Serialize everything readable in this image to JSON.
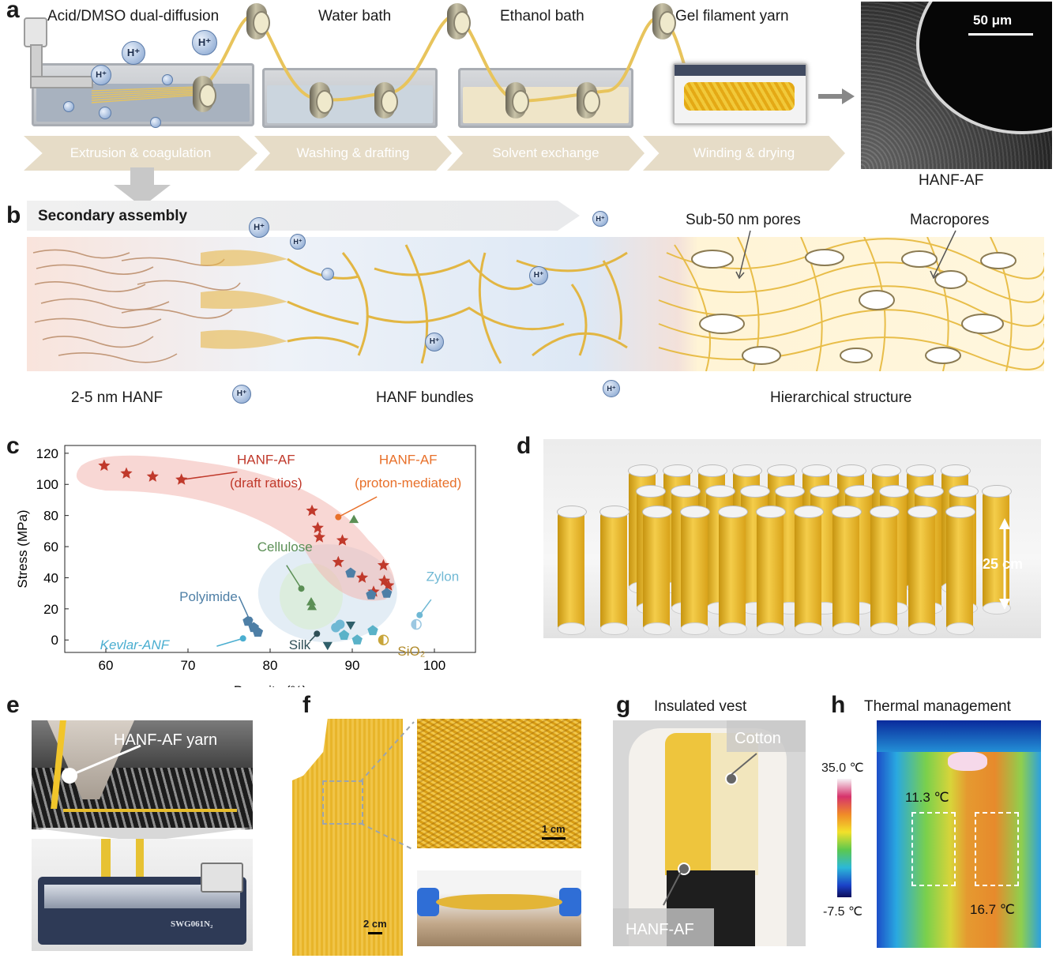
{
  "panels": {
    "a": "a",
    "b": "b",
    "c": "c",
    "d": "d",
    "e": "e",
    "f": "f",
    "g": "g",
    "h": "h"
  },
  "panel_a": {
    "step_titles": [
      "Acid/DMSO dual-diffusion",
      "Water bath",
      "Ethanol bath",
      "Gel filament yarn"
    ],
    "process_steps": [
      "Extrusion & coagulation",
      "Washing & drafting",
      "Solvent exchange",
      "Winding & drying"
    ],
    "sem_scale": "50 μm",
    "sem_caption": "HANF-AF",
    "ion_label": "H⁺"
  },
  "panel_b": {
    "title": "Secondary assembly",
    "pores_label": "Sub-50 nm pores",
    "macropores_label": "Macropores",
    "stage_labels": [
      "2-5 nm HANF",
      "HANF bundles",
      "Hierarchical structure"
    ]
  },
  "panel_d": {
    "scale": "25 cm"
  },
  "panel_e": {
    "label": "HANF-AF yarn",
    "machine_text": "SWG061N₂"
  },
  "panel_f": {
    "scale_inset": "1 cm",
    "scale_main": "2 cm"
  },
  "panel_g": {
    "title": "Insulated vest",
    "cotton": "Cotton",
    "hanf": "HANF-AF"
  },
  "panel_h": {
    "title": "Thermal management",
    "max": "35.0 ℃",
    "min": "-7.5 ℃",
    "left_temp": "11.3 ℃",
    "right_temp": "16.7 ℃"
  },
  "chart_data": {
    "type": "scatter",
    "xlabel": "Porosity (%)",
    "ylabel": "Stress (MPa)",
    "xlim": [
      55,
      105
    ],
    "ylim": [
      -8,
      125
    ],
    "xticks": [
      60,
      70,
      80,
      90,
      100
    ],
    "yticks": [
      0,
      20,
      40,
      60,
      80,
      100,
      120
    ],
    "grid": false,
    "series": [
      {
        "name": "HANF-AF (draft ratios)",
        "marker": "star",
        "color": "#c0392b",
        "points": [
          [
            59.8,
            112
          ],
          [
            62.5,
            107
          ],
          [
            65.7,
            105
          ],
          [
            69.2,
            103
          ]
        ]
      },
      {
        "name": "HANF-AF (proton-mediated)",
        "marker": "star",
        "color": "#c0392b",
        "points": [
          [
            85.1,
            83
          ],
          [
            85.8,
            72
          ],
          [
            86.0,
            66
          ],
          [
            88.3,
            50
          ],
          [
            88.8,
            64
          ],
          [
            91.2,
            40
          ],
          [
            92.6,
            31
          ],
          [
            93.8,
            48
          ],
          [
            93.9,
            38
          ],
          [
            94.4,
            35
          ]
        ]
      },
      {
        "name": "Cellulose",
        "marker": "triangle",
        "color": "#5b8f55",
        "points": [
          [
            85.0,
            24
          ],
          [
            85.1,
            21
          ],
          [
            90.2,
            77
          ]
        ]
      },
      {
        "name": "Polyimide",
        "marker": "pentagon",
        "color": "#4e7fa6",
        "points": [
          [
            77.3,
            12
          ],
          [
            78.0,
            8
          ],
          [
            78.5,
            5
          ],
          [
            89.8,
            43
          ],
          [
            92.3,
            29
          ],
          [
            94.2,
            30
          ]
        ]
      },
      {
        "name": "Silk",
        "marker": "triangle-down",
        "color": "#2f5f6a",
        "points": [
          [
            87.0,
            -3
          ],
          [
            89.8,
            10
          ]
        ]
      },
      {
        "name": "Kevlar-ANF",
        "marker": "circle",
        "color": "#6fb8d4",
        "points": [
          [
            88.0,
            8
          ],
          [
            88.5,
            10
          ]
        ]
      },
      {
        "name": "Zylon",
        "marker": "half-circle",
        "color": "#9cc8e2",
        "points": [
          [
            97.8,
            10
          ]
        ]
      },
      {
        "name": "SiO2",
        "marker": "half-circle",
        "color": "#c8a53a",
        "points": [
          [
            93.8,
            0
          ]
        ]
      },
      {
        "name": "misc",
        "marker": "pentagon",
        "color": "#5ab2c8",
        "points": [
          [
            90.6,
            0
          ],
          [
            92.5,
            6
          ],
          [
            89.0,
            3
          ]
        ]
      }
    ],
    "annotations": [
      {
        "text": "HANF-AF",
        "text2": "(draft ratios)",
        "color": "#c0392b"
      },
      {
        "text": "HANF-AF",
        "text2": "(proton-mediated)",
        "color": "#e8702a"
      },
      {
        "text": "Cellulose",
        "color": "#5b8f55"
      },
      {
        "text": "Polyimide",
        "color": "#4e7fa6"
      },
      {
        "text": "Zylon",
        "color": "#6fb8d4"
      },
      {
        "text": "Kevlar-ANF",
        "color": "#4aaed0"
      },
      {
        "text": "Silk",
        "color": "#2f4f57"
      },
      {
        "text": "SiO₂",
        "color": "#b08a2a"
      }
    ]
  }
}
